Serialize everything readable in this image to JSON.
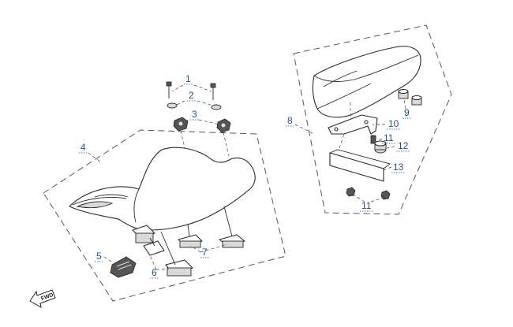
{
  "diagram": {
    "labels": {
      "l1": "1",
      "l2": "2",
      "l3": "3",
      "l4": "4",
      "l5": "5",
      "l6": "6",
      "l7": "7",
      "l8": "8",
      "l9": "9",
      "l10": "10",
      "l11a": "11",
      "l11b": "11",
      "l12": "12",
      "l13": "13"
    },
    "forward_arrow_text": "FWD",
    "label_color": "#1f4e9b"
  }
}
